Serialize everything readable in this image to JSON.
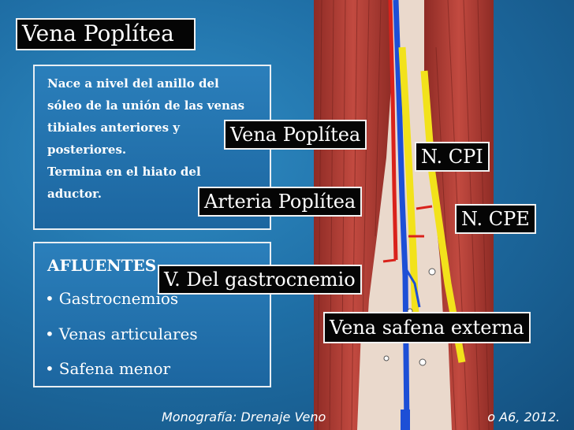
{
  "slide": {
    "title": "Vena Poplítea",
    "description_lines": [
      "Nace a nivel del anillo del",
      "sóleo de la unión de las venas",
      "tibiales anteriores y",
      "posteriores.",
      "Termina en el hiato del",
      "aductor."
    ],
    "afluentes": {
      "title": "AFLUENTES",
      "items": [
        "Gastrocnemios",
        "Venas articulares",
        "Safena menor"
      ],
      "bullet": "•"
    },
    "labels": {
      "vena_poplitea": "Vena Poplítea",
      "n_cpi": "N. CPI",
      "arteria_poplitea": "Arteria Poplítea",
      "n_cpe": "N. CPE",
      "v_gastrocnemio": "V. Del gastrocnemio",
      "vena_safena_externa": "Vena safena externa"
    },
    "footer": {
      "left": "Monografía: Drenaje Veno",
      "right": "o A6, 2012."
    }
  },
  "colors": {
    "background": "#1f6fa6",
    "label_bg": "#050505",
    "muscle": "#b8443a",
    "nerve": "#f2e21b",
    "vein": "#1d4fd6",
    "artery": "#d9221b"
  }
}
